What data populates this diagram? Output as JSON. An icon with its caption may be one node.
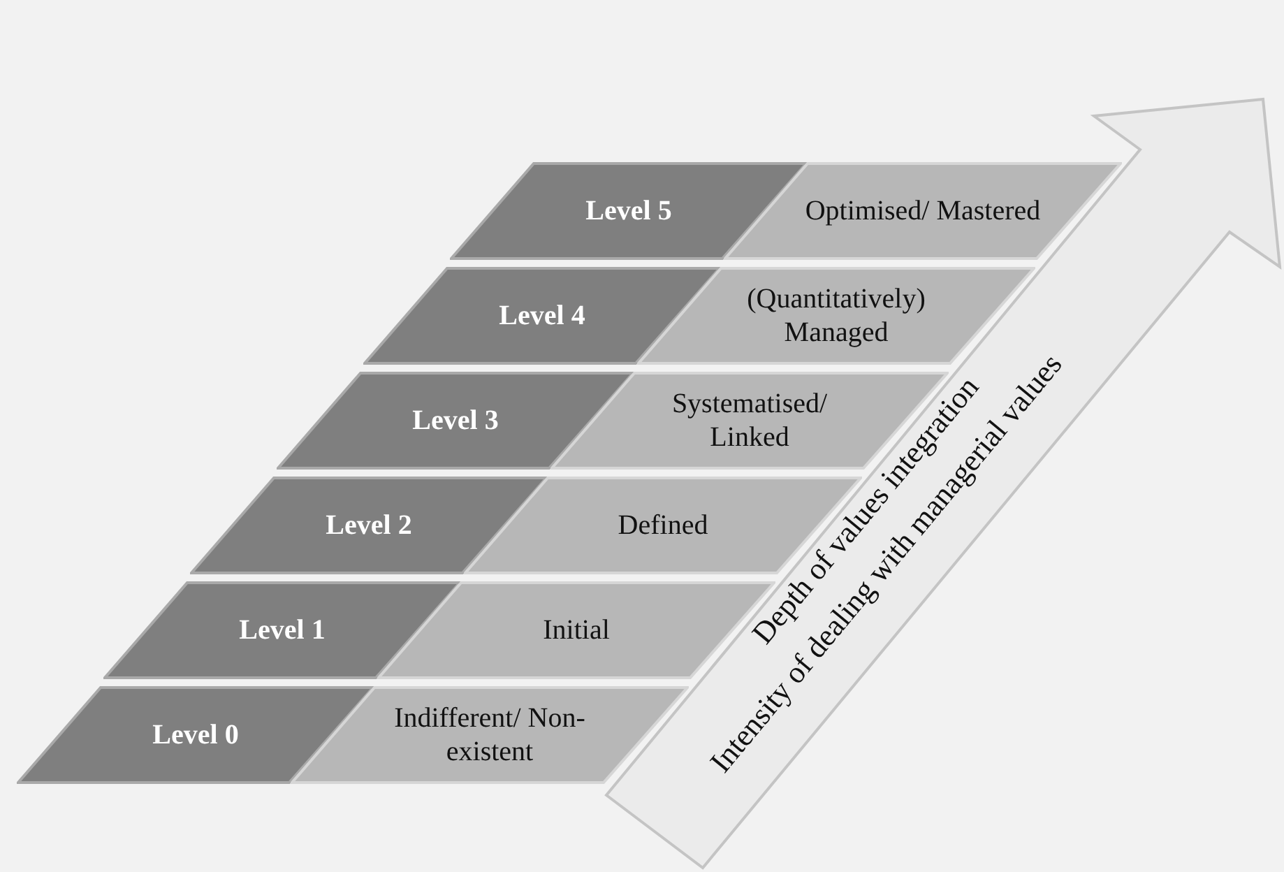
{
  "diagram": {
    "nodes": [
      {
        "text": [
          "Level 5"
        ]
      },
      {
        "text": [
          "Optimised/ Mastered"
        ]
      },
      {
        "text": [
          "Level 4"
        ]
      },
      {
        "text": [
          "(Quantitatively) Managed"
        ]
      },
      {
        "text": [
          "Level 3"
        ]
      },
      {
        "text": [
          "Systematised/ Linked"
        ]
      },
      {
        "text": [
          "Level 2"
        ]
      },
      {
        "text": [
          "Defined"
        ]
      },
      {
        "text": [
          "Level 1"
        ]
      },
      {
        "text": [
          "Initial"
        ]
      },
      {
        "text": [
          "Level 0"
        ]
      },
      {
        "text": [
          "Indifferent/ Non-existent"
        ]
      },
      {
        "text": [
          "Depth of values integration",
          "Intensity of dealing with managerial values"
        ]
      }
    ],
    "edges": []
  }
}
